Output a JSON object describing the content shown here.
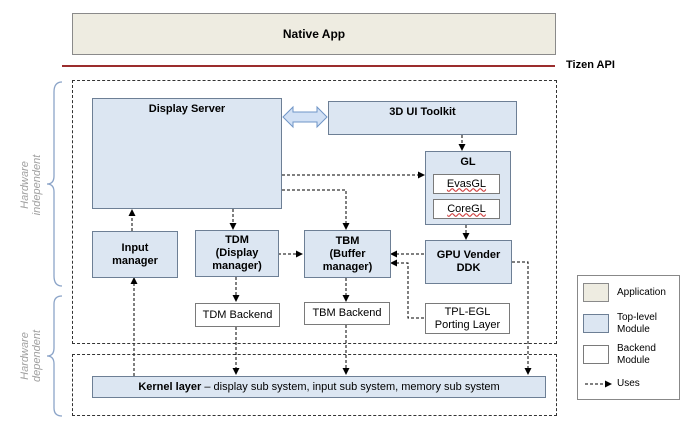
{
  "native_app": "Native App",
  "tizen_api": "Tizen API",
  "hardware_independent": [
    "Hardware",
    "independent"
  ],
  "hardware_dependent": [
    "Hardware",
    "dependent"
  ],
  "display_server": "Display Server",
  "ui_toolkit": "3D UI Toolkit",
  "gl": "GL",
  "evasgl": "EvasGL",
  "coregl": "CoreGL",
  "input_manager": [
    "Input",
    "manager"
  ],
  "tdm": [
    "TDM",
    "(Display",
    "manager)"
  ],
  "tbm": [
    "TBM",
    "(Buffer",
    "manager)"
  ],
  "gpu": [
    "GPU Vender",
    "DDK"
  ],
  "tdm_backend": "TDM Backend",
  "tbm_backend": "TBM Backend",
  "tpl": [
    "TPL-EGL",
    "Porting Layer"
  ],
  "kernel": {
    "bold": "Kernel layer",
    "rest": " – display sub system, input sub system, memory sub system"
  },
  "legend": {
    "application": "Application",
    "top_level": [
      "Top-level",
      "Module"
    ],
    "backend": [
      "Backend",
      "Module"
    ],
    "uses": "Uses"
  },
  "colors": {
    "application": "#eeece1",
    "top_level": "#dce6f2",
    "backend": "#ffffff",
    "separator": "#9b2d2d"
  }
}
